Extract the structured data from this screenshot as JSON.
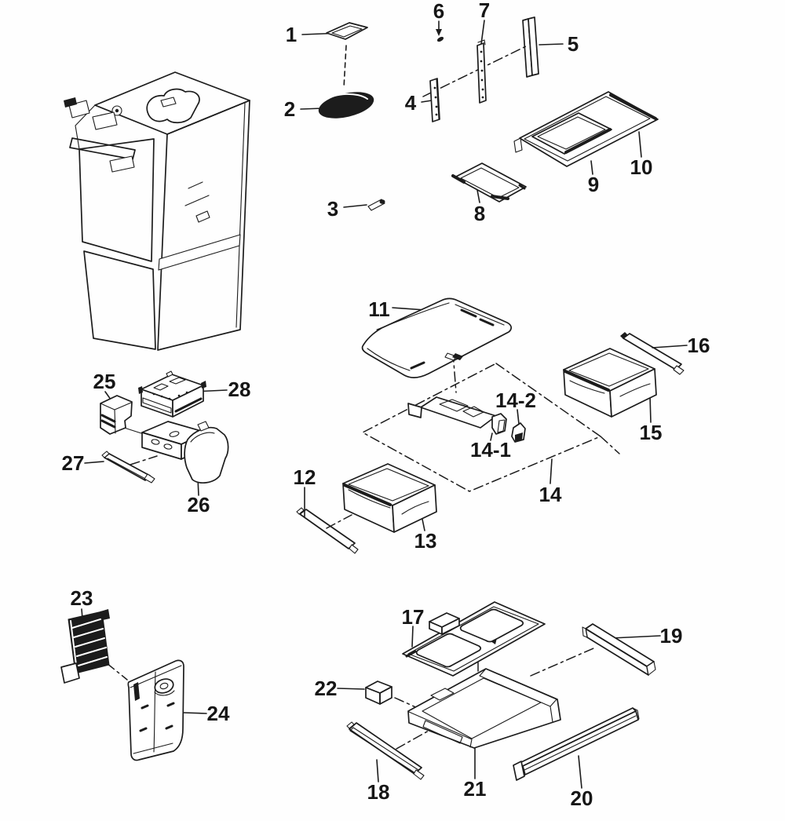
{
  "figure": {
    "type": "exploded-parts-diagram",
    "background_color": "#ffffff",
    "ink_color": "#1c1c1c",
    "callouts": {
      "c1": {
        "label": "1"
      },
      "c2": {
        "label": "2"
      },
      "c3": {
        "label": "3"
      },
      "c4": {
        "label": "4"
      },
      "c5": {
        "label": "5"
      },
      "c6": {
        "label": "6"
      },
      "c7": {
        "label": "7"
      },
      "c8": {
        "label": "8"
      },
      "c9": {
        "label": "9"
      },
      "c10": {
        "label": "10"
      },
      "c11": {
        "label": "11"
      },
      "c12": {
        "label": "12"
      },
      "c13": {
        "label": "13"
      },
      "c14": {
        "label": "14"
      },
      "c14_1": {
        "label": "14-1"
      },
      "c14_2": {
        "label": "14-2"
      },
      "c15": {
        "label": "15"
      },
      "c16": {
        "label": "16"
      },
      "c17": {
        "label": "17"
      },
      "c18": {
        "label": "18"
      },
      "c19": {
        "label": "19"
      },
      "c20": {
        "label": "20"
      },
      "c21": {
        "label": "21"
      },
      "c22": {
        "label": "22"
      },
      "c23": {
        "label": "23"
      },
      "c24": {
        "label": "24"
      },
      "c25": {
        "label": "25"
      },
      "c26": {
        "label": "26"
      },
      "c27": {
        "label": "27"
      },
      "c28": {
        "label": "28"
      }
    }
  }
}
